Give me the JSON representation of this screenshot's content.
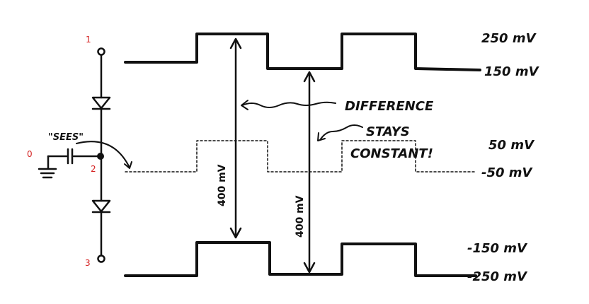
{
  "circuit": {
    "node_labels": [
      "1",
      "0",
      "2",
      "3"
    ],
    "annotation": "\"SEES\""
  },
  "levels": {
    "top_high": "250 mV",
    "top_low": "150 mV",
    "mid_high": "50 mV",
    "mid_low": "-50 mV",
    "bottom_high": "-150 mV",
    "bottom_low": "-250 mV"
  },
  "annotations": {
    "difference": "DIFFERENCE",
    "stays": "STAYS",
    "constant": "CONSTANT!",
    "span_1": "400 mV",
    "span_2": "400 mV"
  },
  "colors": {
    "ink": "#111111",
    "node_label": "#d42020",
    "background": "#ffffff"
  }
}
